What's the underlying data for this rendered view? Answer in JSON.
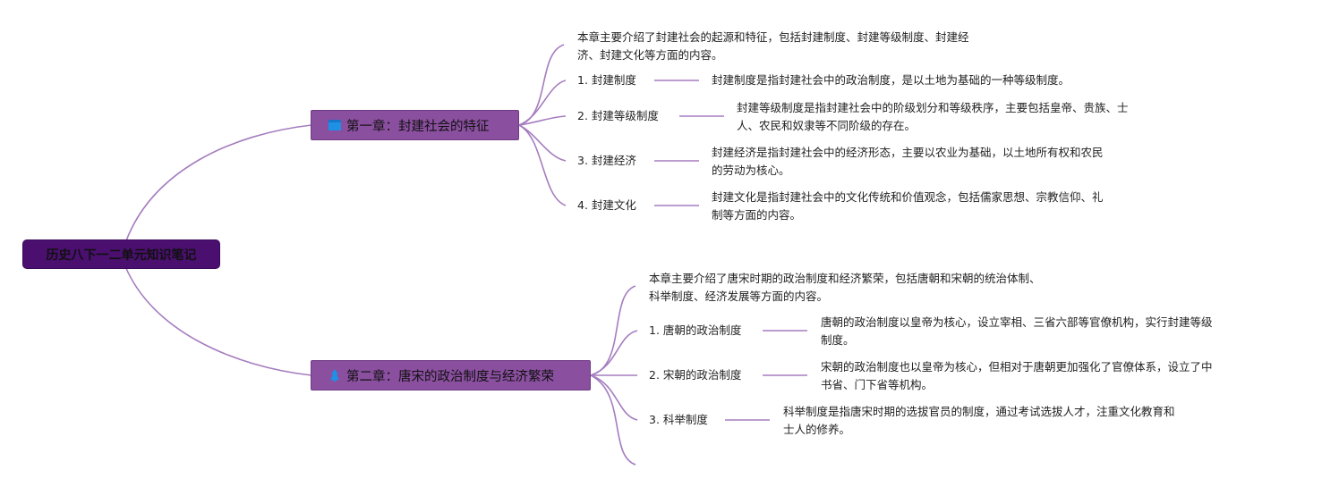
{
  "root": {
    "label": "历史八下一二单元知识笔记"
  },
  "chapters": [
    {
      "title": "第一章：封建社会的特征",
      "icon": "book-icon",
      "summary": [
        "本章主要介绍了封建社会的起源和特征，包括封建制度、封建等级制度、封建经",
        "济、封建文化等方面的内容。"
      ],
      "items": [
        {
          "label": "1. 封建制度",
          "desc": [
            "封建制度是指封建社会中的政治制度，是以土地为基础的一种等级制度。"
          ]
        },
        {
          "label": "2. 封建等级制度",
          "desc": [
            "封建等级制度是指封建社会中的阶级划分和等级秩序，主要包括皇帝、贵族、士",
            "人、农民和奴隶等不同阶级的存在。"
          ]
        },
        {
          "label": "3. 封建经济",
          "desc": [
            "封建经济是指封建社会中的经济形态，主要以农业为基础，以土地所有权和农民",
            "的劳动为核心。"
          ]
        },
        {
          "label": "4. 封建文化",
          "desc": [
            "封建文化是指封建社会中的文化传统和价值观念，包括儒家思想、宗教信仰、礼",
            "制等方面的内容。"
          ]
        }
      ]
    },
    {
      "title": "第二章：唐宋的政治制度与经济繁荣",
      "icon": "pagoda-icon",
      "summary": [
        "本章主要介绍了唐宋时期的政治制度和经济繁荣，包括唐朝和宋朝的统治体制、",
        "科举制度、经济发展等方面的内容。"
      ],
      "items": [
        {
          "label": "1. 唐朝的政治制度",
          "desc": [
            "唐朝的政治制度以皇帝为核心，设立宰相、三省六部等官僚机构，实行封建等级",
            "制度。"
          ]
        },
        {
          "label": "2. 宋朝的政治制度",
          "desc": [
            "宋朝的政治制度也以皇帝为核心，但相对于唐朝更加强化了官僚体系，设立了中",
            "书省、门下省等机构。"
          ]
        },
        {
          "label": "3. 科举制度",
          "desc": [
            "科举制度是指唐宋时期的选拔官员的制度，通过考试选拔人才，注重文化教育和",
            "士人的修养。"
          ]
        }
      ]
    }
  ],
  "colors": {
    "link": "#a57dbf",
    "root_bg": "#4a0f6f",
    "chapter_bg": "#8a4f9f",
    "icon_blue": "#1e90e6"
  }
}
